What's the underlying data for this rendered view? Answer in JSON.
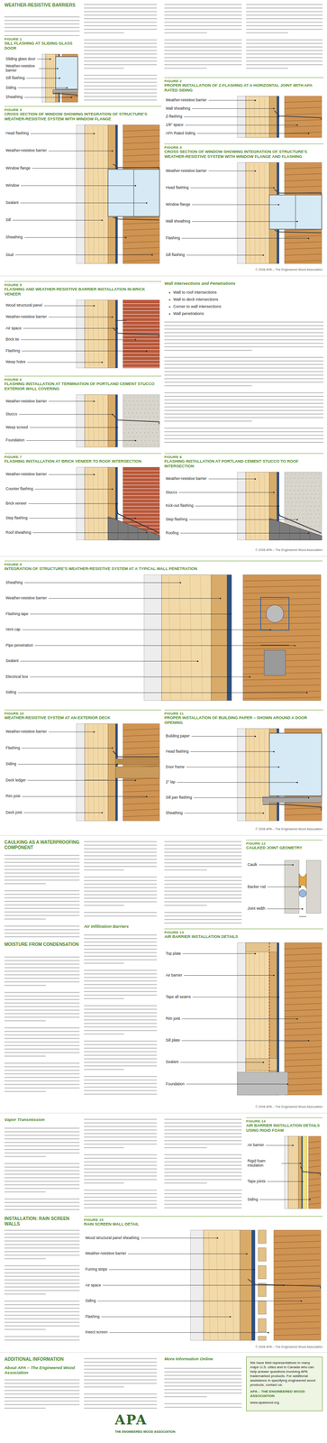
{
  "diagram": {
    "nodes": [
      {
        "text": [
          "FIGURE 1",
          "SILL FLASHING AT SLIDING GLASS DOOR"
        ]
      },
      {
        "text": [
          "FIGURE 2",
          "PROPER INSTALLATION OF Z-FLASHING AT A HORIZONTAL JOINT WITH APA RATED SIDING"
        ]
      },
      {
        "text": [
          "FIGURE 3",
          "CROSS SECTION OF WINDOW SHOWING INTEGRATION OF STRUCTURE'S WEATHER-RESISTIVE SYSTEM WITH WINDOW FLANGE"
        ]
      },
      {
        "text": [
          "FIGURE 4",
          "CROSS SECTION OF WINDOW SHOWING INTEGRATION OF STRUCTURE'S WEATHER-RESISTIVE SYSTEM WITH WINDOW FLANGE AND FLASHING"
        ]
      },
      {
        "text": [
          "FIGURE 5",
          "FLASHING AND WEATHER-RESISTIVE BARRIER INSTALLATION IN BRICK VENEER"
        ]
      },
      {
        "text": [
          "FIGURE 6",
          "FLASHING INSTALLATION AT TERMINATION OF PORTLAND CEMENT STUCCO EXTERIOR WALL COVERING"
        ]
      },
      {
        "text": [
          "FIGURE 7",
          "FLASHING INSTALLATION AT BRICK VENEER TO ROOF INTERSECTION"
        ]
      },
      {
        "text": [
          "FIGURE 8",
          "FLASHING INSTALLATION AT PORTLAND CEMENT STUCCO TO ROOF INTERSECTION"
        ]
      },
      {
        "text": [
          "FIGURE 9",
          "INTEGRATION OF STRUCTURE'S WEATHER-RESISTIVE SYSTEM AT A TYPICAL WALL PENETRATION"
        ]
      },
      {
        "text": [
          "FIGURE 10",
          "WEATHER-RESISTIVE SYSTEM AT AN EXTERIOR DECK"
        ]
      },
      {
        "text": [
          "FIGURE 11",
          "PROPER INSTALLATION OF BUILDING PAPER – SHOWN AROUND A DOOR OPENING"
        ]
      },
      {
        "text": [
          "FIGURE 12",
          "CAULKED JOINT GEOMETRY"
        ]
      },
      {
        "text": [
          "FIGURE 13",
          "AIR BARRIER INSTALLATION DETAILS"
        ]
      },
      {
        "text": [
          "FIGURE 14",
          "AIR BARRIER INSTALLATION DETAILS USING RIGID FOAM"
        ]
      },
      {
        "text": [
          "FIGURE 15",
          "RAIN SCREEN WALL DETAIL"
        ]
      },
      {
        "text": [
          "We have field representatives in many major U.S. cities and in Canada who can help answer questions involving APA trademarked products. For additional assistance in specifying engineered wood products, contact us:",
          "APA – THE ENGINEERED WOOD ASSOCIATION",
          "www.apawood.org"
        ]
      }
    ],
    "labels": [
      "WEATHER-RESISTIVE BARRIERS",
      "© 2006 APA – The Engineered Wood Association",
      "Wall Intersections and Penetrations",
      "Wall to roof intersections",
      "Wall to deck intersections",
      "Corner to wall intersections",
      "Wall penetrations",
      "© 2006 APA – The Engineered Wood Association",
      "© 2006 APA – The Engineered Wood Association",
      "CAULKING AS A WATERPROOFING COMPONENT",
      "MOISTURE FROM CONDENSATION",
      "Air Infiltration Barriers",
      "© 2006 APA – The Engineered Wood Association",
      "Vapor Transmission",
      "INSTALLATION: RAIN SCREEN WALLS",
      "© 2006 APA – The Engineered Wood Association",
      "ADDITIONAL INFORMATION",
      "About APA – The Engineered Wood Association",
      "More Information Online",
      "APA",
      "THE ENGINEERED WOOD ASSOCIATION",
      "Sliding glass door",
      "Weather-resistive barrier",
      "Sill flashing",
      "Siding",
      "Sheathing",
      "Weather-resistive barrier",
      "Wall sheathing",
      "Z-flashing",
      "1/8\" space",
      "APA Rated Siding",
      "Head flashing",
      "Weather-resistive barrier",
      "Window flange",
      "Window",
      "Sealant",
      "Sill",
      "Sheathing",
      "Stud",
      "Weather-resistive barrier",
      "Head flashing",
      "Window flange",
      "Wall sheathing",
      "Flashing",
      "Sill flashing",
      "Wood structural panel",
      "Weather-resistive barrier",
      "Air space",
      "Brick tie",
      "Flashing",
      "Weep holes",
      "Weather-resistive barrier",
      "Stucco",
      "Weep screed",
      "Foundation",
      "Weather-resistive barrier",
      "Counter flashing",
      "Brick veneer",
      "Step flashing",
      "Roof sheathing",
      "Weather-resistive barrier",
      "Stucco",
      "Kick-out flashing",
      "Step flashing",
      "Roofing",
      "Sheathing",
      "Weather-resistive barrier",
      "Flashing tape",
      "Vent cap",
      "Pipe penetration",
      "Sealant",
      "Electrical box",
      "Siding",
      "Weather-resistive barrier",
      "Flashing",
      "Siding",
      "Deck ledger",
      "Rim joist",
      "Deck joist",
      "Building paper",
      "Head flashing",
      "Door frame",
      "2\" lap",
      "Sill pan flashing",
      "Sheathing",
      "Caulk",
      "Backer rod",
      "Joint width",
      "Top plate",
      "Air barrier",
      "Tape all seams",
      "Rim joist",
      "Sill plate",
      "Sealant",
      "Foundation",
      "Air barrier",
      "Rigid foam insulation",
      "Tape joints",
      "Siding",
      "Wood structural panel sheathing",
      "Weather-resistive barrier",
      "Furring strips",
      "Air space",
      "Siding",
      "Flashing",
      "Insect screen"
    ]
  }
}
